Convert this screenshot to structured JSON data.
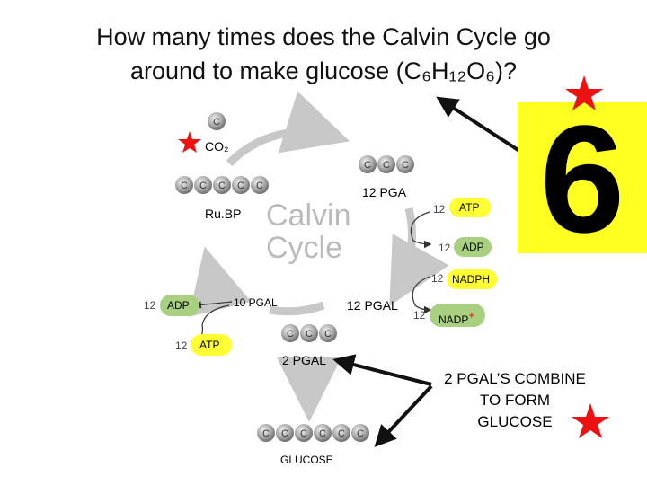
{
  "slide": {
    "title_line1": "How many times does the Calvin Cycle go",
    "title_line2": "around to make glucose (C₆H₁₂O₆)?",
    "answer_number": "6"
  },
  "diagram": {
    "center_line1": "Calvin",
    "center_line2": "Cycle",
    "co2_label": "CO₂",
    "rubp_label": "Ru.BP",
    "pga_label": "12 PGA",
    "pgal_label": "12 PGAL",
    "pgal10_label": "10 PGAL",
    "pgal2_label": "2 PGAL",
    "glucose_label": "GLUCOSE",
    "carbon_letter": "C",
    "side_inputs": [
      {
        "count": "12",
        "molecule": "ATP",
        "color": "#ffff33"
      },
      {
        "count": "12",
        "molecule": "ADP",
        "color": "#a8d080"
      },
      {
        "count": "12",
        "molecule": "NADPH",
        "color": "#ffff33"
      },
      {
        "count": "12",
        "molecule": "NADP",
        "superscript": "+",
        "color": "#a8d080"
      }
    ],
    "regen_inputs": [
      {
        "count": "12",
        "molecule": "ADP",
        "color": "#a8d080"
      },
      {
        "count": "12",
        "molecule": "ATP",
        "color": "#ffff33"
      }
    ],
    "annotation_line1": "2 PGAL’S COMBINE",
    "annotation_line2": "TO FORM",
    "annotation_line3": "GLUCOSE"
  },
  "colors": {
    "star": "#ee1111",
    "answer_card": "#ffff22",
    "carbon_ball": "#9a9a9a",
    "cycle_arrow": "#c8c8c8"
  }
}
